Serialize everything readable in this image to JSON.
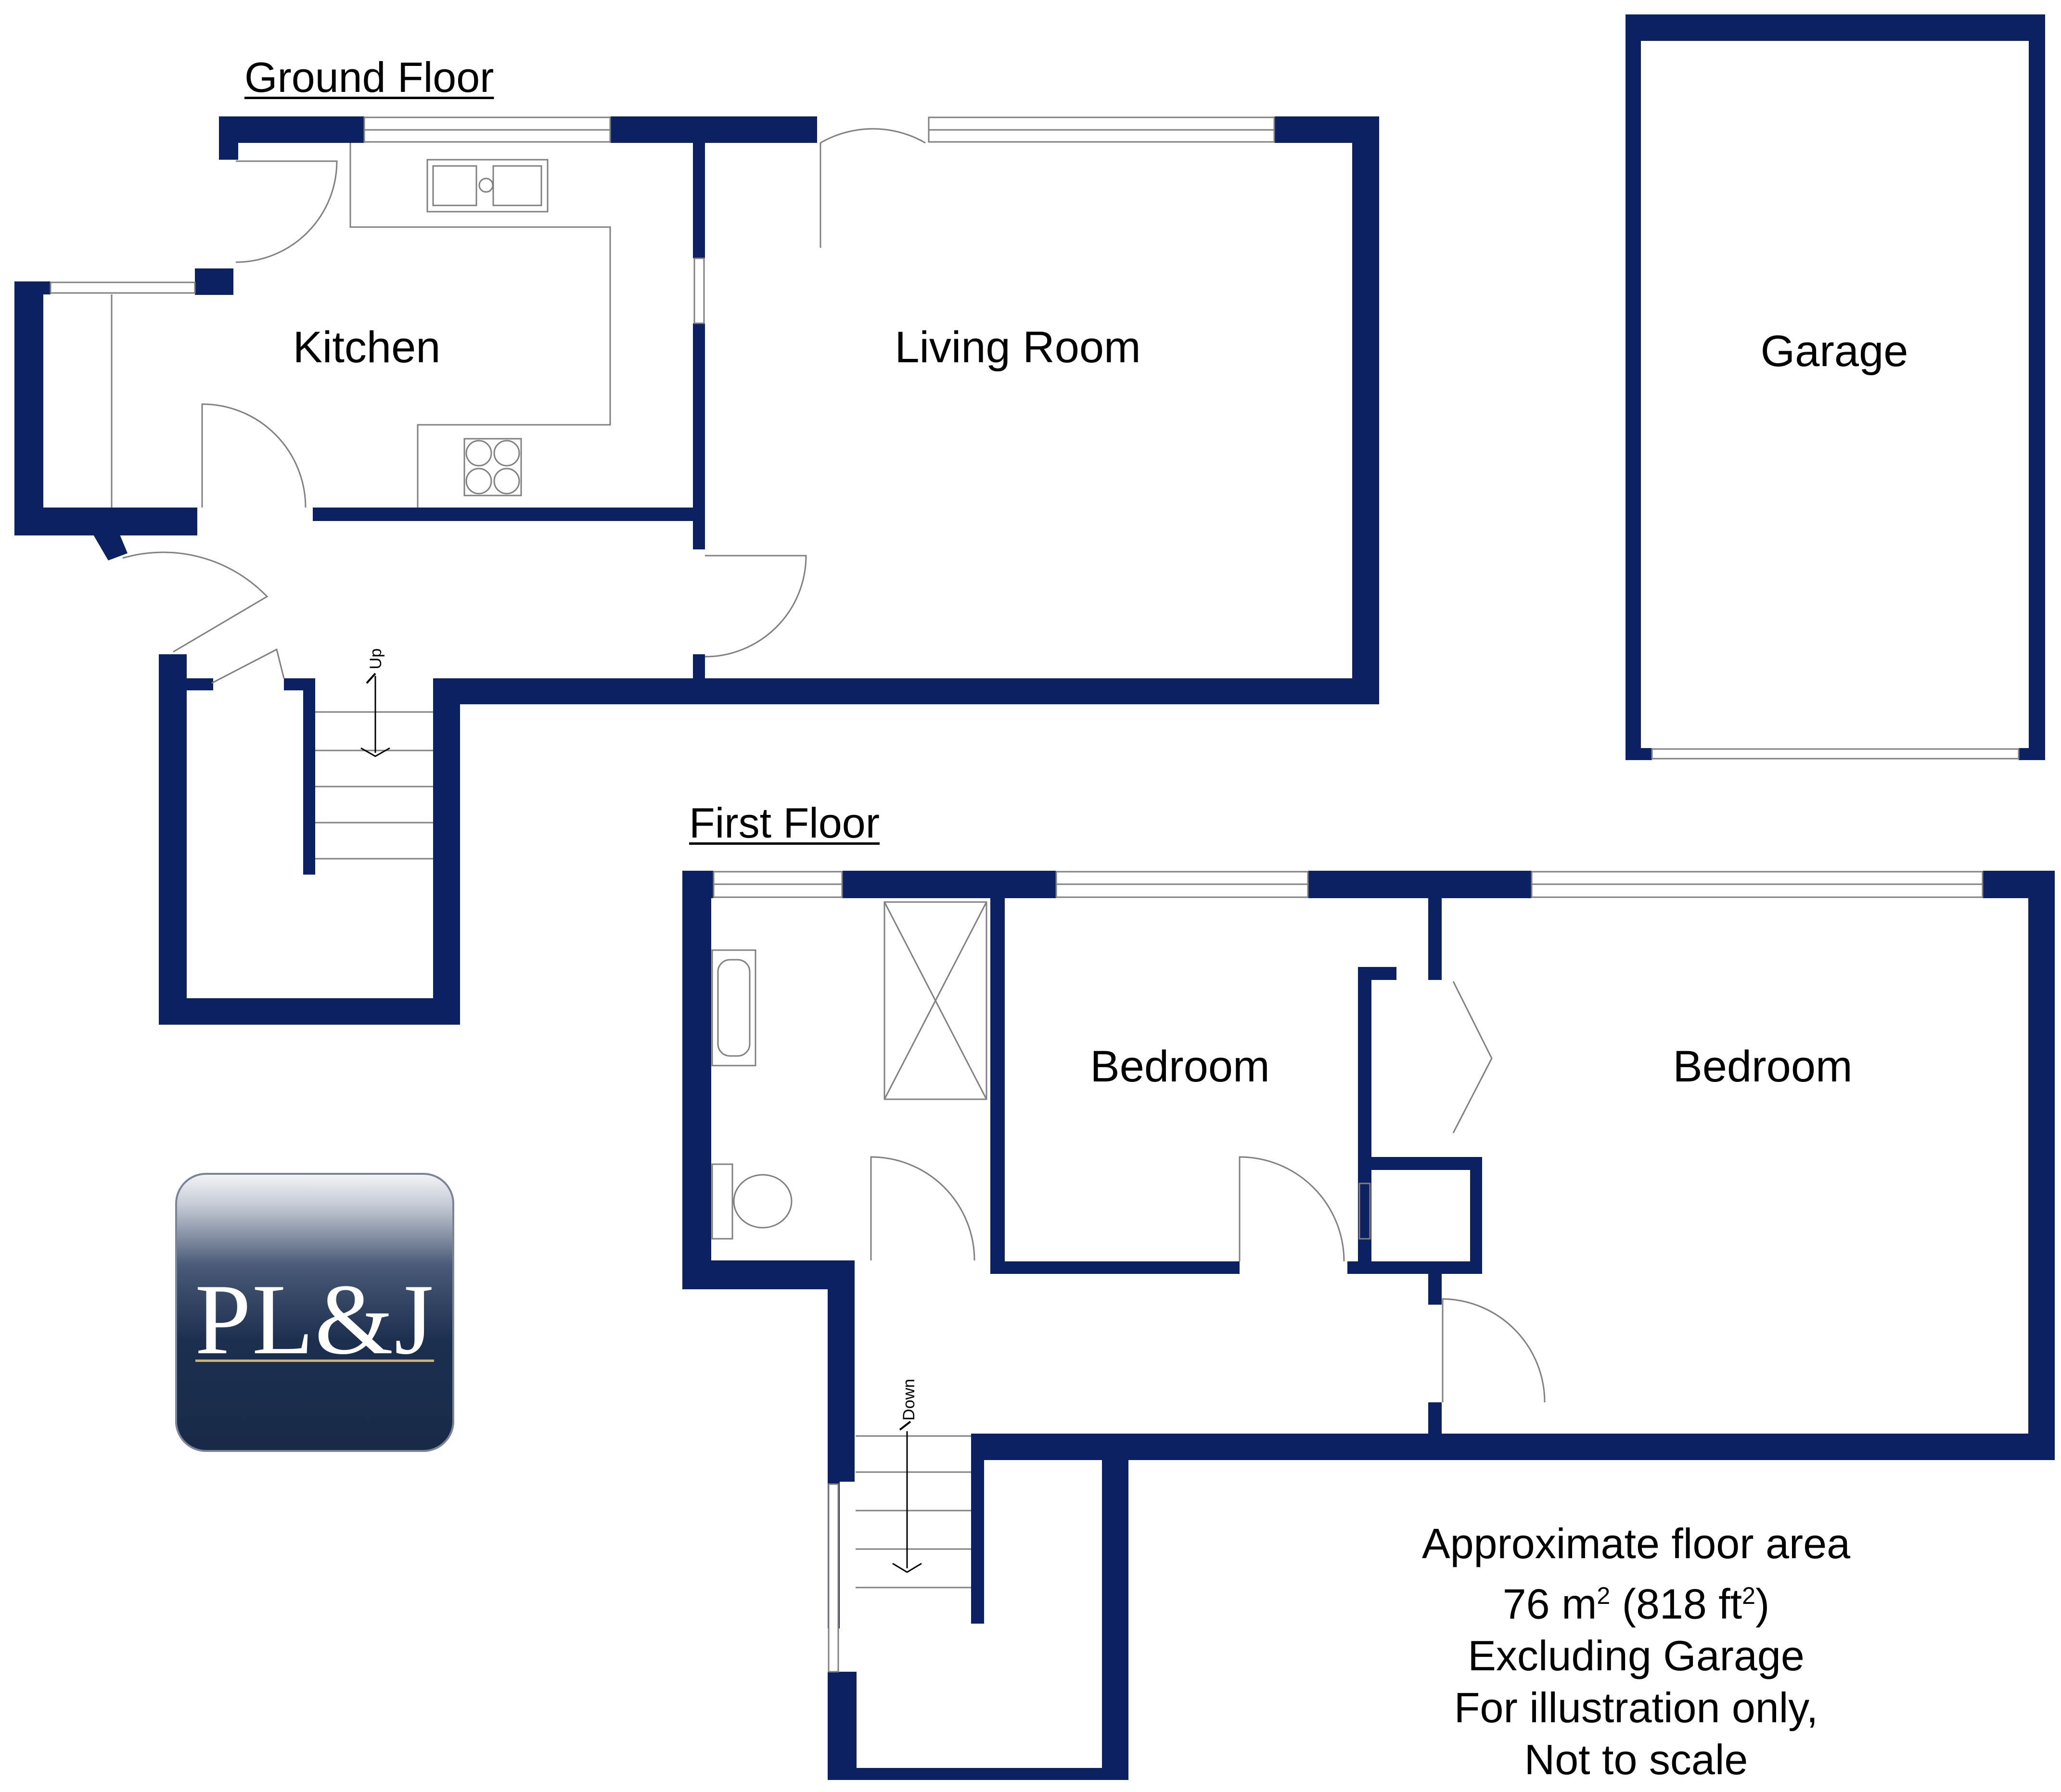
{
  "colors": {
    "wall": "#0b2162",
    "fixture": "#808080",
    "logo_rule": "#c8b27a"
  },
  "ground_floor": {
    "title": "Ground Floor",
    "rooms": {
      "kitchen": "Kitchen",
      "living_room": "Living Room"
    },
    "stairs_label": "Up"
  },
  "garage": {
    "label": "Garage"
  },
  "first_floor": {
    "title": "First Floor",
    "rooms": {
      "bedroom_1": "Bedroom",
      "bedroom_2": "Bedroom"
    },
    "stairs_label": "Down"
  },
  "area_note": {
    "line1": "Approximate floor area",
    "area_metric": "76 m",
    "metric_sup": "2",
    "area_imperial": "(818 ft",
    "imperial_sup": "2",
    "imperial_close": ")",
    "line3": "Excluding Garage",
    "line4": "For illustration only,",
    "line5": "Not to scale"
  },
  "logo": {
    "text": "PL&J"
  }
}
